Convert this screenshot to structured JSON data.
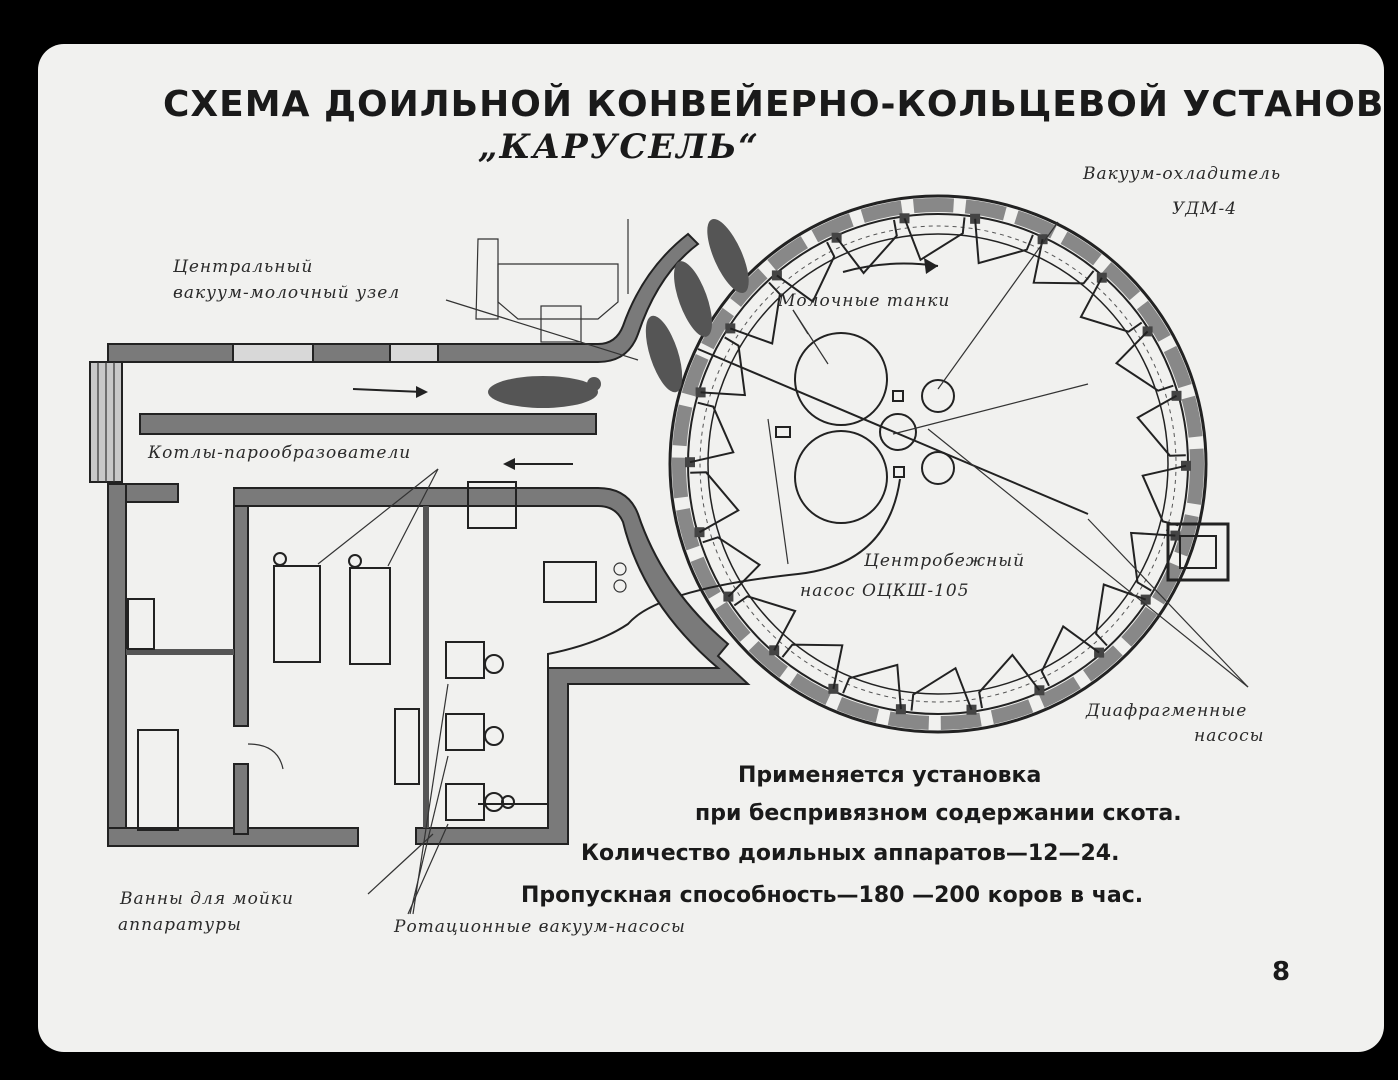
{
  "title": "СХЕМА ДОИЛЬНОЙ КОНВЕЙЕРНО-КОЛЬЦЕВОЙ УСТАНОВКИ",
  "subtitle": "„КАРУСЕЛЬ“",
  "labels": {
    "vacuum_cooler": "Вакуум-охладитель",
    "vacuum_cooler_model": "УДМ-4",
    "central_node_1": "Центральный",
    "central_node_2": "вакуум-молочный узел",
    "milk_tanks": "Молочные танки",
    "boilers": "Котлы-парообразователи",
    "pump_1": "Центробежный",
    "pump_2": "насос ОЦКШ-105",
    "diaphragm_1": "Диафрагменные",
    "diaphragm_2": "насосы",
    "baths_1": "Ванны для мойки",
    "baths_2": "аппаратуры",
    "rotary_pumps": "Ротационные вакуум-насосы"
  },
  "info": {
    "line1": "Применяется установка",
    "line2": "при беспривязном содержании скота.",
    "line3": "Количество доильных аппаратов—12—24.",
    "line4": "Пропускная способность—180 —200 коров в час."
  },
  "page_number": "8",
  "colors": {
    "background": "#000000",
    "slide": "#f1f1ef",
    "ink": "#1a1a1a",
    "wall": "#7a7a7a",
    "cow": "#555555"
  }
}
